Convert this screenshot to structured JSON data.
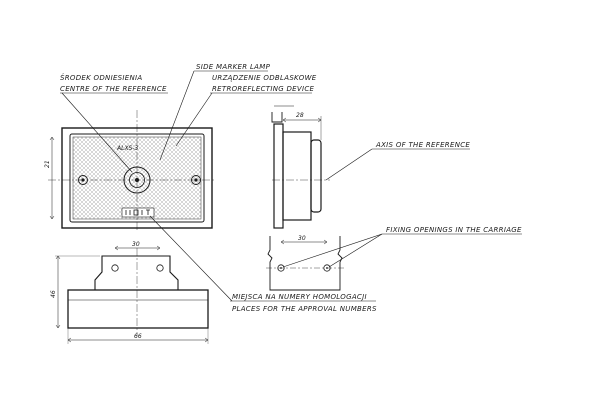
{
  "labels": {
    "ref_center_pl": "ŚRODEK ODNIESIENIA",
    "ref_center_en": "CENTRE OF THE REFERENCE",
    "side_marker": "SIDE MARKER LAMP",
    "retro_pl": "URZĄDZENIE ODBLASKOWE",
    "retro_en": "RETROREFLECTING DEVICE",
    "axis_ref": "AXIS OF THE REFERENCE",
    "fixing": "FIXING OPENINGS IN THE CARRIAGE",
    "approval_pl": "MIEJSCA NA NUMERY HOMOLOGACJI",
    "approval_en": "PLACES FOR THE APPROVAL NUMBERS",
    "lamp_mark": "ALXS-3"
  },
  "dimensions": {
    "height_front": "21",
    "depth_side": "28",
    "spacing_holes": "30",
    "height_bottom": "46",
    "width_bottom": "66"
  }
}
